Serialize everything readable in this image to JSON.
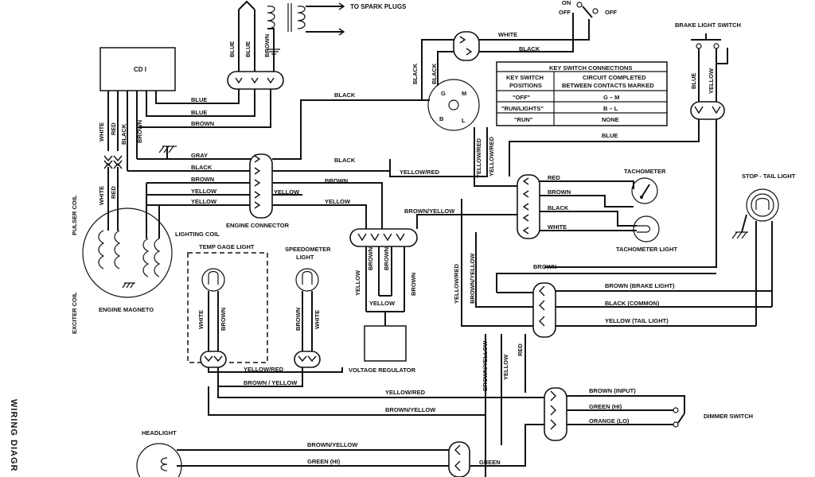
{
  "titles": {
    "cdi": "CD I",
    "spark_plugs": "TO SPARK PLUGS",
    "key_on": "ON",
    "key_off": "OFF",
    "key_off_right": "OFF",
    "brake_switch": "BRAKE LIGHT SWITCH",
    "engine_connector": "ENGINE CONNECTOR",
    "tachometer": "TACHOMETER",
    "tachometer_light": "TACHOMETER LIGHT",
    "stop_tail_light": "STOP - TAIL LIGHT",
    "pulser_coil": "PULSER COIL",
    "lighting_coil": "LIGHTING COIL",
    "exciter_coil": "EXCITER COIL",
    "engine_magneto": "ENGINE MAGNETO",
    "temp_gage_light": "TEMP GAGE LIGHT",
    "speedometer_light_1": "SPEEDOMETER",
    "speedometer_light_2": "LIGHT",
    "voltage_regulator": "VOLTAGE REGULATOR",
    "dimmer_switch": "DIMMER SWITCH",
    "headlight": "HEADLIGHT",
    "side_title": "WIRING DIAGR"
  },
  "key_table": {
    "title": "KEY SWITCH CONNECTIONS",
    "col1_header_1": "KEY SWITCH",
    "col1_header_2": "POSITIONS",
    "col2_header_1": "CIRCUIT COMPLETED",
    "col2_header_2": "BETWEEN CONTACTS MARKED",
    "rows": [
      {
        "position": "\"OFF\"",
        "circuit": "G – M"
      },
      {
        "position": "\"RUN/LIGHTS\"",
        "circuit": "B – L"
      },
      {
        "position": "\"RUN\"",
        "circuit": "NONE"
      }
    ]
  },
  "switch_letters": {
    "g": "G",
    "m": "M",
    "b": "B",
    "l": "L"
  },
  "wires": {
    "blue_1": "BLUE",
    "blue_2": "BLUE",
    "brown_1": "BROWN",
    "v_blue_spark": "BLUE",
    "v_blue_spark_2": "BLUE",
    "v_brown_spark": "BROWN",
    "v_white_cdi": "WHITE",
    "v_red_cdi": "RED",
    "v_black_cdi": "BLACK",
    "v_brown_cdi": "BROWN",
    "v_white_coil": "WHITE",
    "v_red_coil": "RED",
    "gray": "GRAY",
    "black_ec": "BLACK",
    "brown_ec": "BROWN",
    "yellow_ec": "YELLOW",
    "yellow_ec2": "YELLOW",
    "yellow_ec_right": "YELLOW",
    "black_top": "BLACK",
    "black_mid": "BLACK",
    "white_top": "WHITE",
    "black_top2": "BLACK",
    "v_black_1": "BLACK",
    "v_black_2": "BLACK",
    "brown_vr": "BROWN",
    "yellow_vr": "YELLOW",
    "yellow_red_1": "YELLOW/RED",
    "v_yellow_red_sw": "YELLOW/RED",
    "v_yellow_red_sw2": "YELLOW/RED",
    "brown_yellow_top": "BROWN/YELLOW",
    "v_yellow_vr": "YELLOW",
    "v_brown_vr": "BROWN",
    "v_brown_vr2": "BROWN",
    "yellow_vr_low": "YELLOW",
    "blue_long": "BLUE",
    "v_blue_brake": "BLUE",
    "v_yellow_brake": "YELLOW",
    "tach_red": "RED",
    "tach_brown": "BROWN",
    "tach_black": "BLACK",
    "tach_white": "WHITE",
    "brown_mid": "BROWN",
    "brown_brake_light": "BROWN (BRAKE LIGHT)",
    "black_common": "BLACK (COMMON)",
    "yellow_tail": "YELLOW (TAIL LIGHT)",
    "v_yellow_red_mid": "YELLOW/RED",
    "v_brown_yellow_mid": "BROWN/YELLOW",
    "v_white_temp": "WHITE",
    "v_brown_temp": "BROWN",
    "v_brown_speedo": "BROWN",
    "v_white_speedo": "WHITE",
    "yellow_red_low": "YELLOW/RED",
    "brown_yellow_low": "BROWN / YELLOW",
    "yellow_red_bottom": "YELLOW/RED",
    "brown_yellow_bottom": "BROWN/YELLOW",
    "v_brown_yellow_low": "BROWN/YELLOW",
    "v_yellow_low": "YELLOW",
    "v_red_low": "RED",
    "brown_input": "BROWN (INPUT)",
    "green_hi": "GREEN (HI)",
    "orange_lo": "ORANGE (LO)",
    "brown_yellow_head": "BROWN/YELLOW",
    "green_hi_head": "GREEN (HI)",
    "green_head": "GREEN"
  }
}
